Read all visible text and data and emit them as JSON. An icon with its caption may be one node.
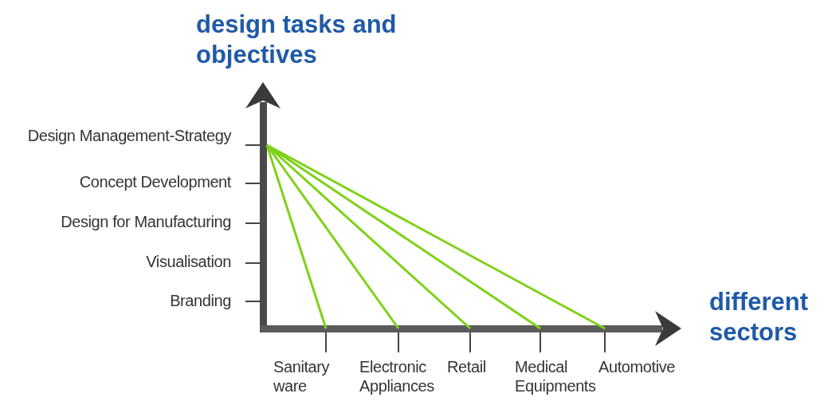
{
  "diagram": {
    "title": "design tasks and objectives",
    "nodes": [
      {
        "text": [
          "Design Management-Strategy"
        ]
      },
      {
        "text": [
          "Sanitary ware"
        ]
      },
      {
        "text": [
          "Electronic Appliances"
        ]
      },
      {
        "text": [
          "Retail"
        ]
      },
      {
        "text": [
          "Medical Equipments"
        ]
      },
      {
        "text": [
          "Automotive"
        ]
      }
    ],
    "edges": [
      {
        "from": 0,
        "to": 1,
        "arrow": "none"
      },
      {
        "from": 0,
        "to": 2,
        "arrow": "none"
      },
      {
        "from": 0,
        "to": 3,
        "arrow": "none"
      },
      {
        "from": 0,
        "to": 4,
        "arrow": "none"
      },
      {
        "from": 0,
        "to": 5,
        "arrow": "none"
      }
    ],
    "labels": [
      "Concept Development",
      "Design for Manufacturing",
      "Visualisation",
      "Branding",
      "different sectors"
    ]
  }
}
